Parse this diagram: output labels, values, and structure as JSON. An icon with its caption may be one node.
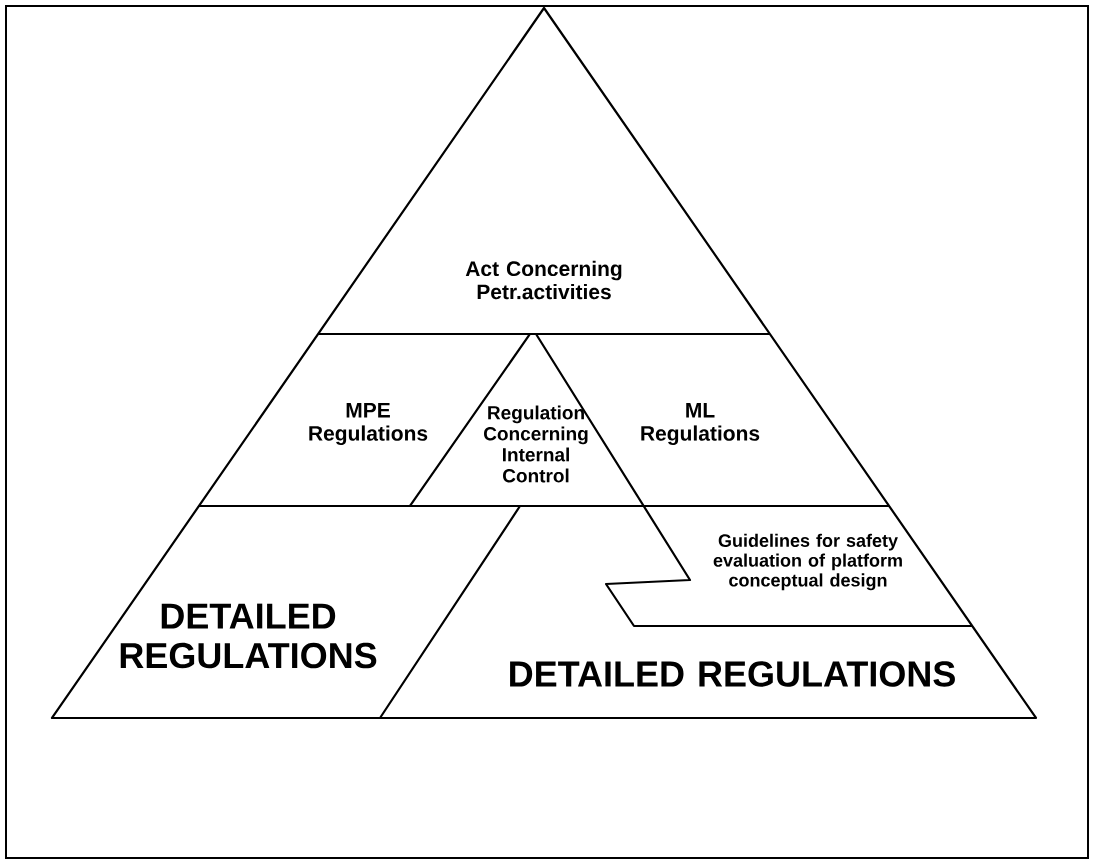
{
  "diagram": {
    "nodes": [
      {
        "text": [
          "Act Concerning Petr.activities"
        ]
      },
      {
        "text": [
          "MPE Regulations"
        ]
      },
      {
        "text": [
          "Regulation Concerning Internal Control"
        ]
      },
      {
        "text": [
          "ML Regulations"
        ]
      },
      {
        "text": [
          "Guidelines for safety evaluation of platform conceptual design"
        ]
      },
      {
        "text": [
          "DETAILED REGULATIONS"
        ]
      },
      {
        "text": [
          "DETAILED REGULATIONS"
        ]
      }
    ],
    "edges": []
  }
}
